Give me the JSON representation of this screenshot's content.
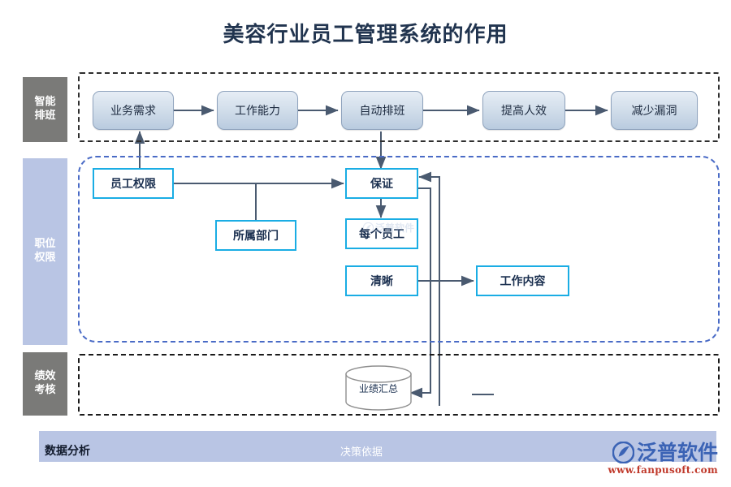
{
  "page": {
    "title": "美容行业员工管理系统的作用",
    "accent_blue": "#1aade4",
    "node_text_color": "#1b3050",
    "gray_label_bg": "#7a7a78",
    "blue_label_bg": "#b9c5e4",
    "frame_blue": "#4a6bc6"
  },
  "rows": [
    {
      "label": "智能\n排班",
      "label_line1": "智能",
      "label_line2": "排班",
      "label_style": "gray",
      "frame_style": "dash-dot-gray"
    },
    {
      "label": "职位\n权限",
      "label_line1": "职位",
      "label_line2": "权限",
      "label_style": "blue",
      "frame_style": "dashed-blue"
    },
    {
      "label": "绩效\n考核",
      "label_line1": "绩效",
      "label_line2": "考核",
      "label_style": "gray",
      "frame_style": "dash-dot-dark"
    }
  ],
  "nodes": {
    "row1": [
      {
        "id": "business-demand",
        "label": "业务需求"
      },
      {
        "id": "work-ability",
        "label": "工作能力"
      },
      {
        "id": "auto-schedule",
        "label": "自动排班"
      },
      {
        "id": "improve-eff",
        "label": "提高人效"
      },
      {
        "id": "reduce-loophole",
        "label": "减少漏洞"
      }
    ],
    "row2": [
      {
        "id": "staff-permission",
        "label": "员工权限"
      },
      {
        "id": "department",
        "label": "所属部门"
      },
      {
        "id": "guarantee",
        "label": "保证"
      },
      {
        "id": "every-employee",
        "label": "每个员工"
      },
      {
        "id": "clear",
        "label": "清晰"
      },
      {
        "id": "work-content",
        "label": "工作内容"
      }
    ],
    "row3": [
      {
        "id": "performance-summary",
        "label": "业绩汇总",
        "shape": "cylinder"
      }
    ]
  },
  "bottom_bar": {
    "left_label": "数据分析",
    "center_label": "决策依据"
  },
  "logo": {
    "name": "泛普软件",
    "url": "www.fanpusoft.com"
  },
  "watermark": {
    "text": "泛普软件"
  }
}
